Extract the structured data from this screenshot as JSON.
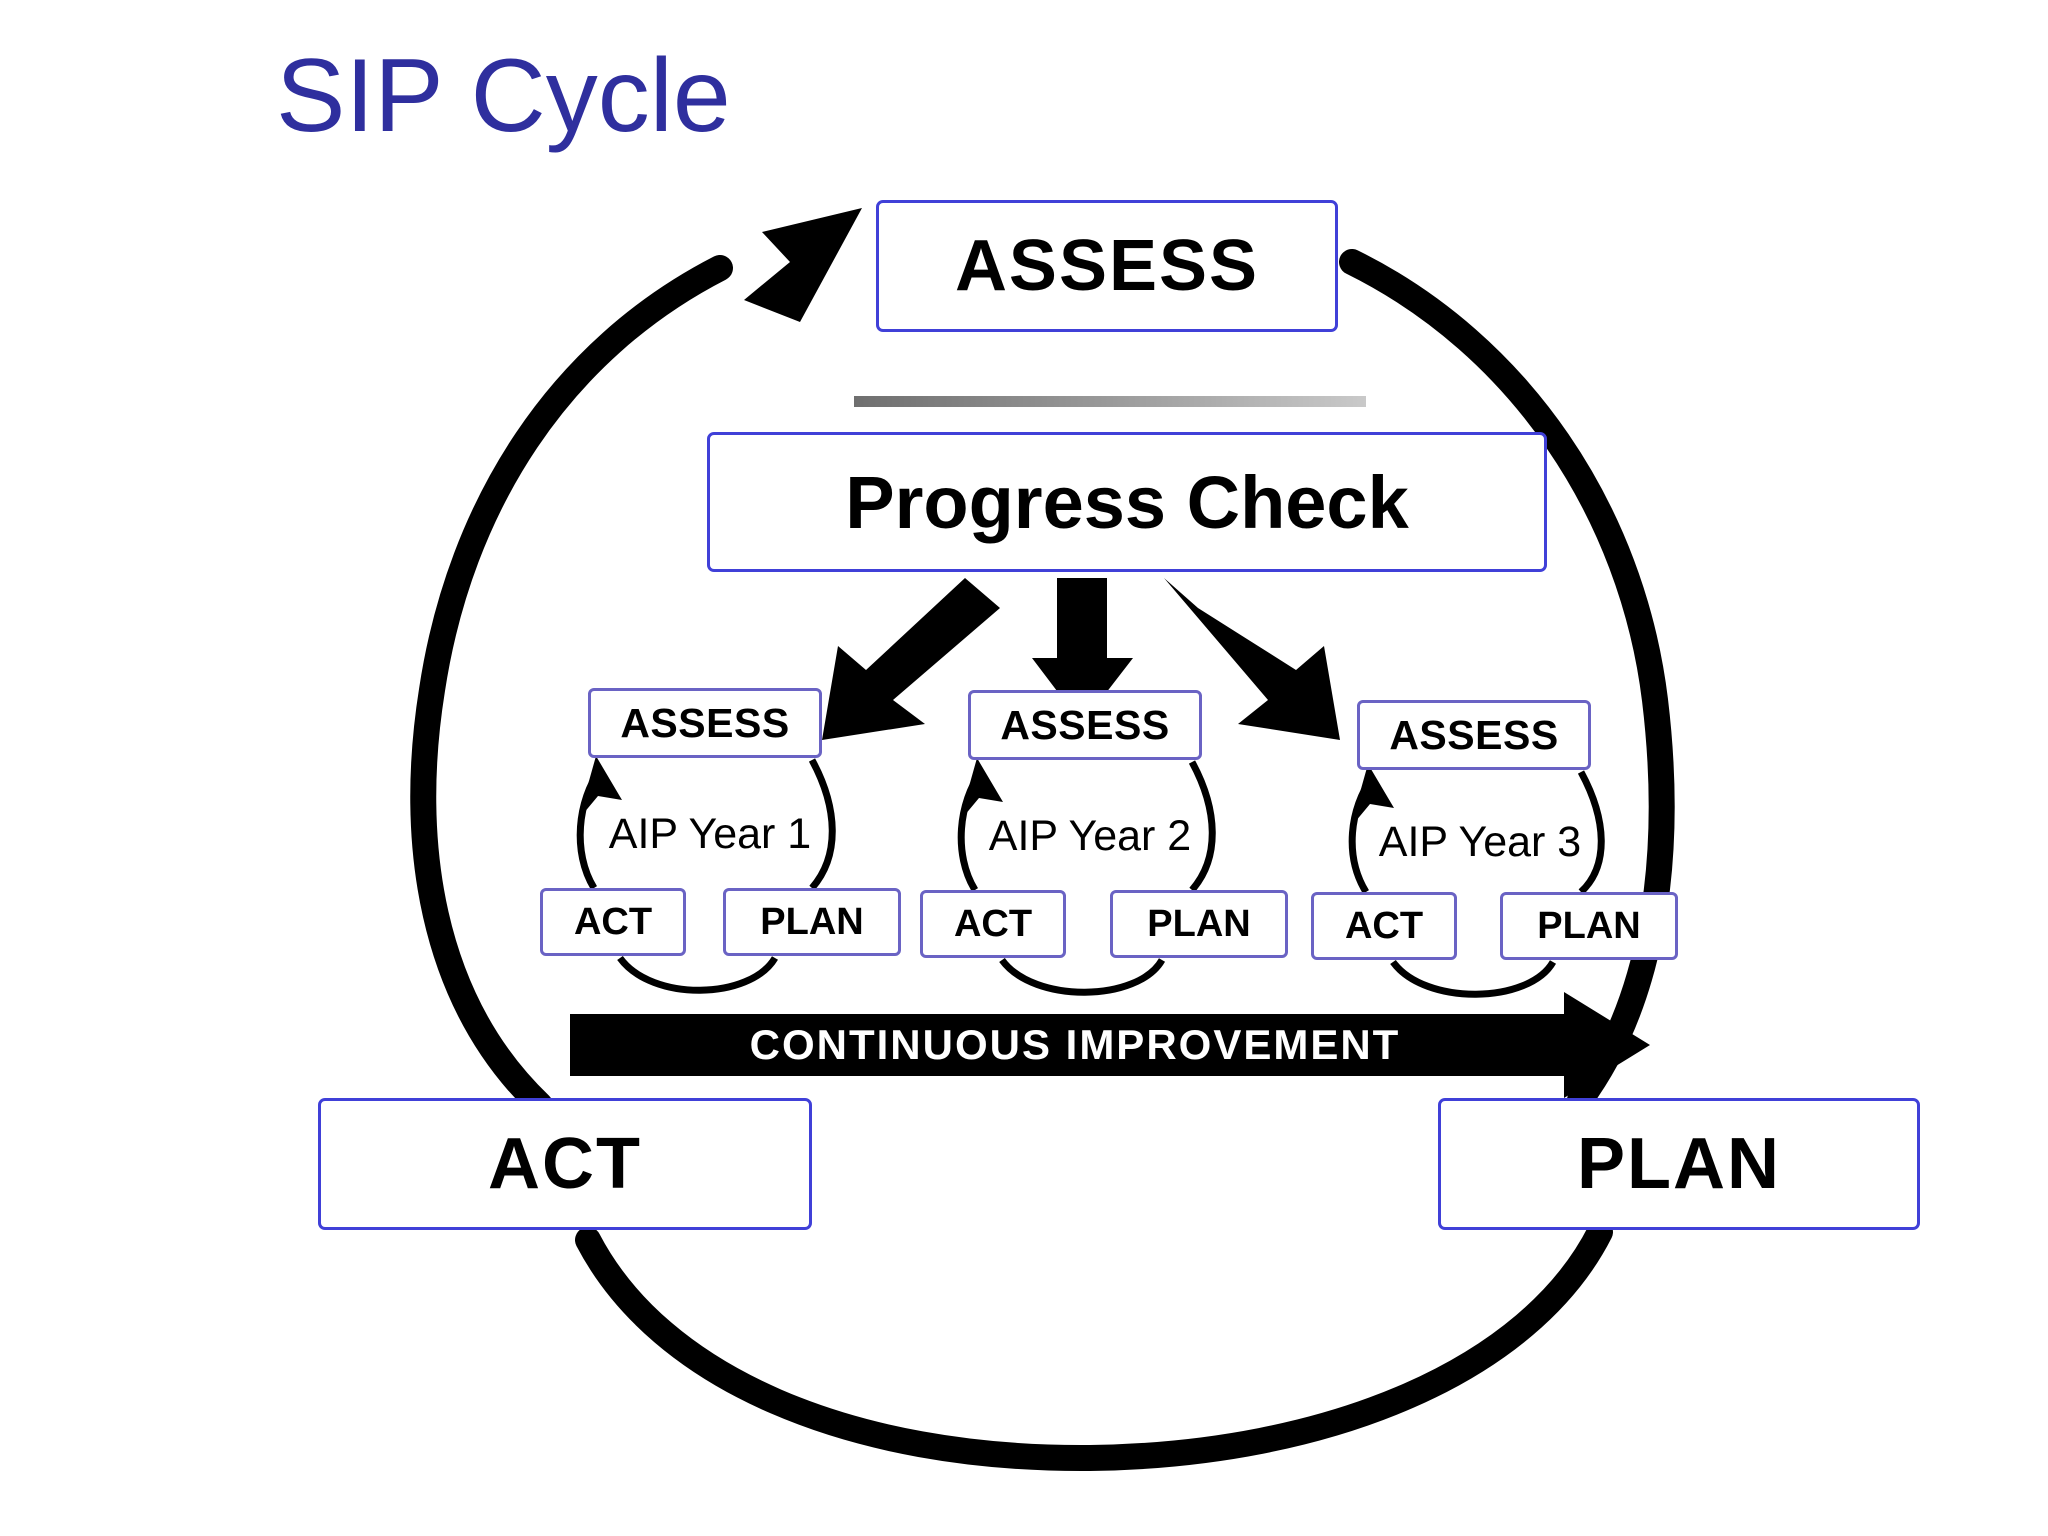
{
  "slide": {
    "title": "SIP Cycle",
    "title_color": "#2f2f9e",
    "background_color": "#ffffff"
  },
  "diagram": {
    "type": "cycle-diagram",
    "accent_border_color": "#4040d8",
    "sub_border_color": "#6a63c4",
    "outer_ring": {
      "description": "large black circular arrow running clockwise",
      "nodes": [
        {
          "id": "assess-main",
          "label": "ASSESS",
          "position": "top"
        },
        {
          "id": "plan-main",
          "label": "PLAN",
          "position": "bottom-right"
        },
        {
          "id": "act-main",
          "label": "ACT",
          "position": "bottom-left"
        }
      ]
    },
    "progress_check": {
      "label": "Progress Check",
      "arrow_count": 3,
      "arrow_directions": [
        "down-left",
        "down",
        "down-right"
      ]
    },
    "divider": {
      "name": "gray-divider-bar",
      "color_start": "#6f6f6f",
      "color_end": "#c9c9c9"
    },
    "sub_cycles": [
      {
        "id": "cycle-1",
        "label": "AIP Year 1",
        "assess_label": "ASSESS",
        "act_label": "ACT",
        "plan_label": "PLAN"
      },
      {
        "id": "cycle-2",
        "label": "AIP Year 2",
        "assess_label": "ASSESS",
        "act_label": "ACT",
        "plan_label": "PLAN"
      },
      {
        "id": "cycle-3",
        "label": "AIP Year 3",
        "assess_label": "ASSESS",
        "act_label": "ACT",
        "plan_label": "PLAN"
      }
    ],
    "banner": {
      "label": "CONTINUOUS IMPROVEMENT",
      "background_color": "#000000",
      "text_color": "#ffffff",
      "direction": "left-to-right"
    }
  }
}
